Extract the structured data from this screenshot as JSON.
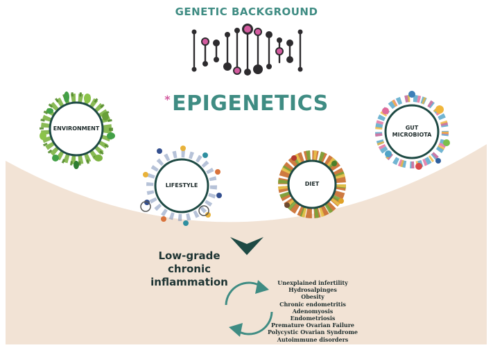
{
  "header": {
    "genetic_title": "GENETIC BACKGROUND",
    "epigenetics_star": "*",
    "epigenetics_title": "EPIGENETICS"
  },
  "factors": {
    "environment": "ENVIRONMENT",
    "lifestyle": "LIFESTYLE",
    "diet": "DIET",
    "gut_line1": "GUT",
    "gut_line2": "MICROBIOTA"
  },
  "outcome": {
    "line1": "Low-grade",
    "line2": "chronic",
    "line3": "inflammation"
  },
  "conditions": [
    "Unexplained infertility",
    "Hydrosalpinges",
    "Obesity",
    "Chronic endometritis",
    "Adenomyosis",
    "Endometriosis",
    "Premature Ovarian Failure",
    "Polycystic Ovarian Syndrome",
    "Autoimmune disorders"
  ],
  "colors": {
    "teal": "#3f8c83",
    "dark_teal": "#1e4a44",
    "beige": "#f2e3d5",
    "pink": "#d35b9f",
    "dna_dark": "#2d2b2e"
  },
  "icons": [
    "dna-icon",
    "leaf-icon",
    "people-icon",
    "food-icon",
    "microbe-icon",
    "chevron-down-icon",
    "cycle-arrows-icon"
  ]
}
